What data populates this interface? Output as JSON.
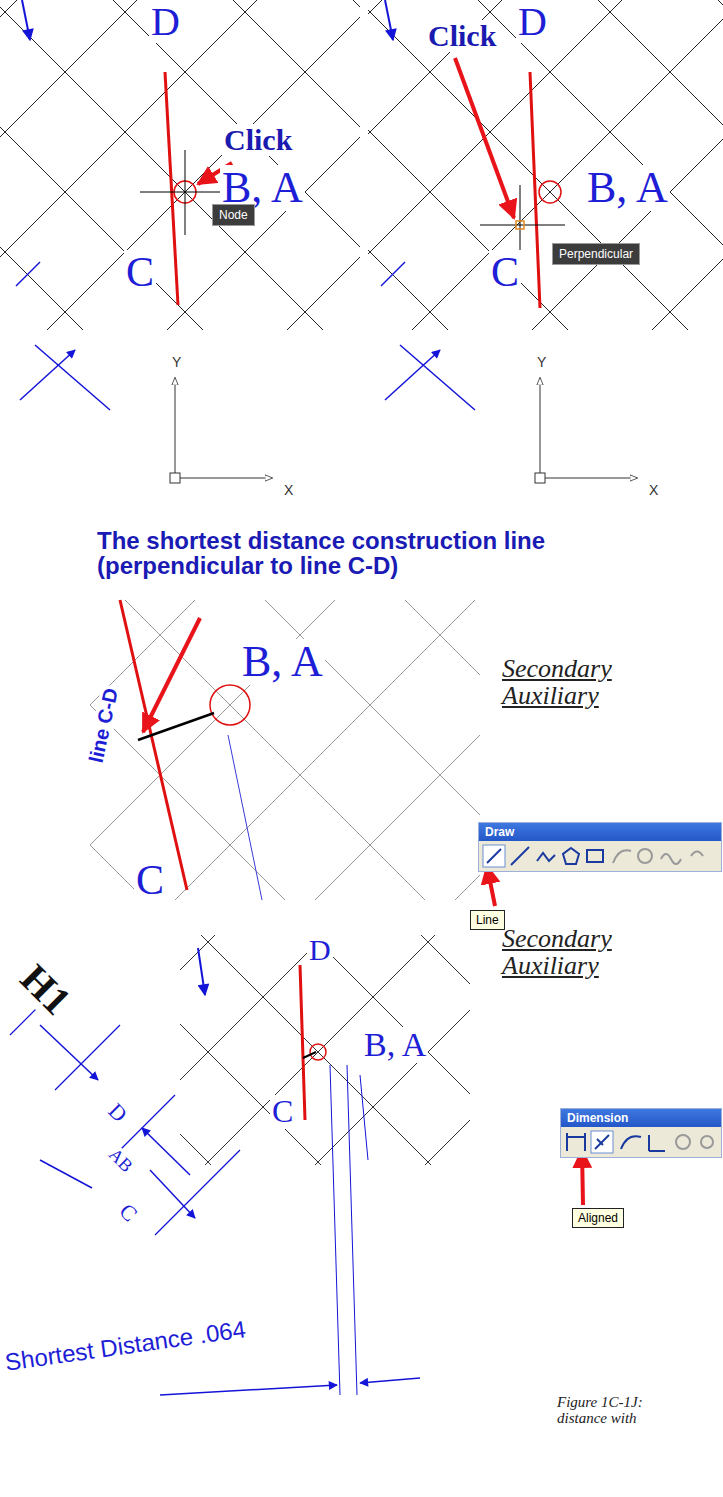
{
  "diagram": {
    "caption": "Figure 1C-1J: distance with",
    "nodes": [
      {
        "text": [
          "Node"
        ]
      },
      {
        "text": [
          "Perpendicular"
        ]
      },
      {
        "text": [
          "Draw"
        ]
      },
      {
        "text": [
          "Line"
        ]
      },
      {
        "text": [
          "Dimension"
        ]
      },
      {
        "text": [
          "Aligned"
        ]
      }
    ],
    "labels": [
      "D",
      "Click",
      "B, A",
      "C",
      "Y",
      "X",
      "D",
      "Click",
      "B, A",
      "C",
      "Y",
      "X",
      "The shortest distance construction line (perpendicular to line C-D)",
      "line C-D",
      "B, A",
      "Secondary Auxiliary",
      "C",
      "H1",
      "D",
      "AB",
      "C",
      "D",
      "Secondary Auxiliary",
      "B, A",
      "C",
      "Shortest Distance .064"
    ]
  }
}
